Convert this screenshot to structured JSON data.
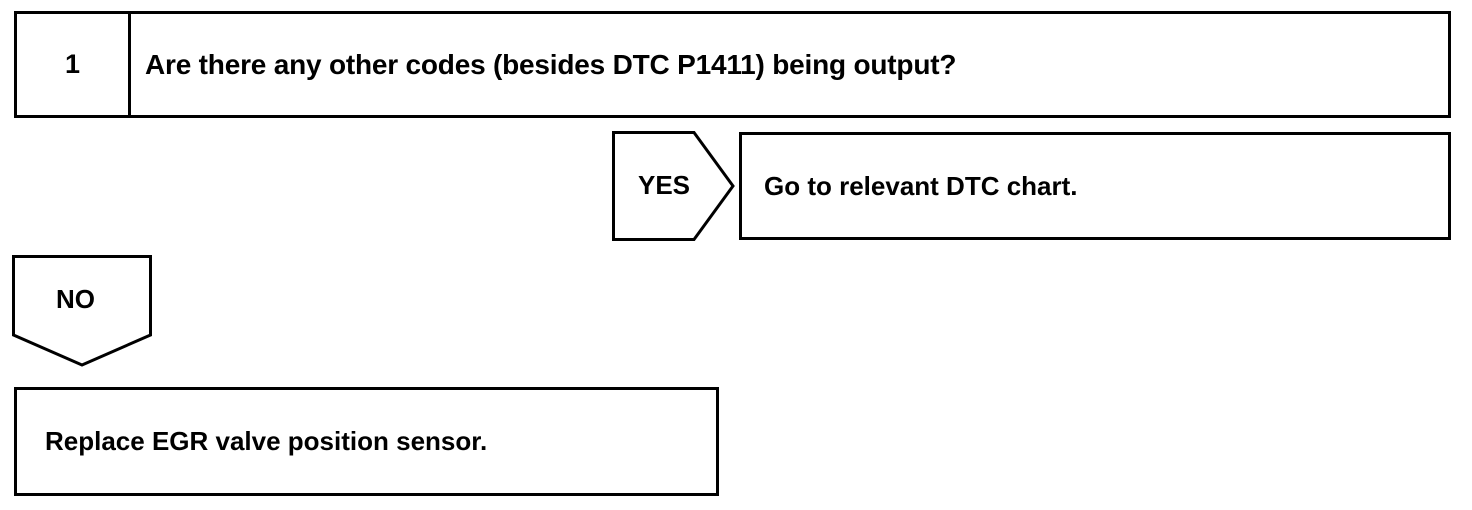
{
  "step": {
    "number": "1",
    "question": "Are there any other codes (besides DTC P1411) being output?"
  },
  "yes_branch": {
    "label": "YES",
    "action": "Go to relevant DTC chart."
  },
  "no_branch": {
    "label": "NO",
    "action": "Replace EGR valve position sensor."
  },
  "colors": {
    "line": "#000000",
    "background": "#ffffff"
  }
}
